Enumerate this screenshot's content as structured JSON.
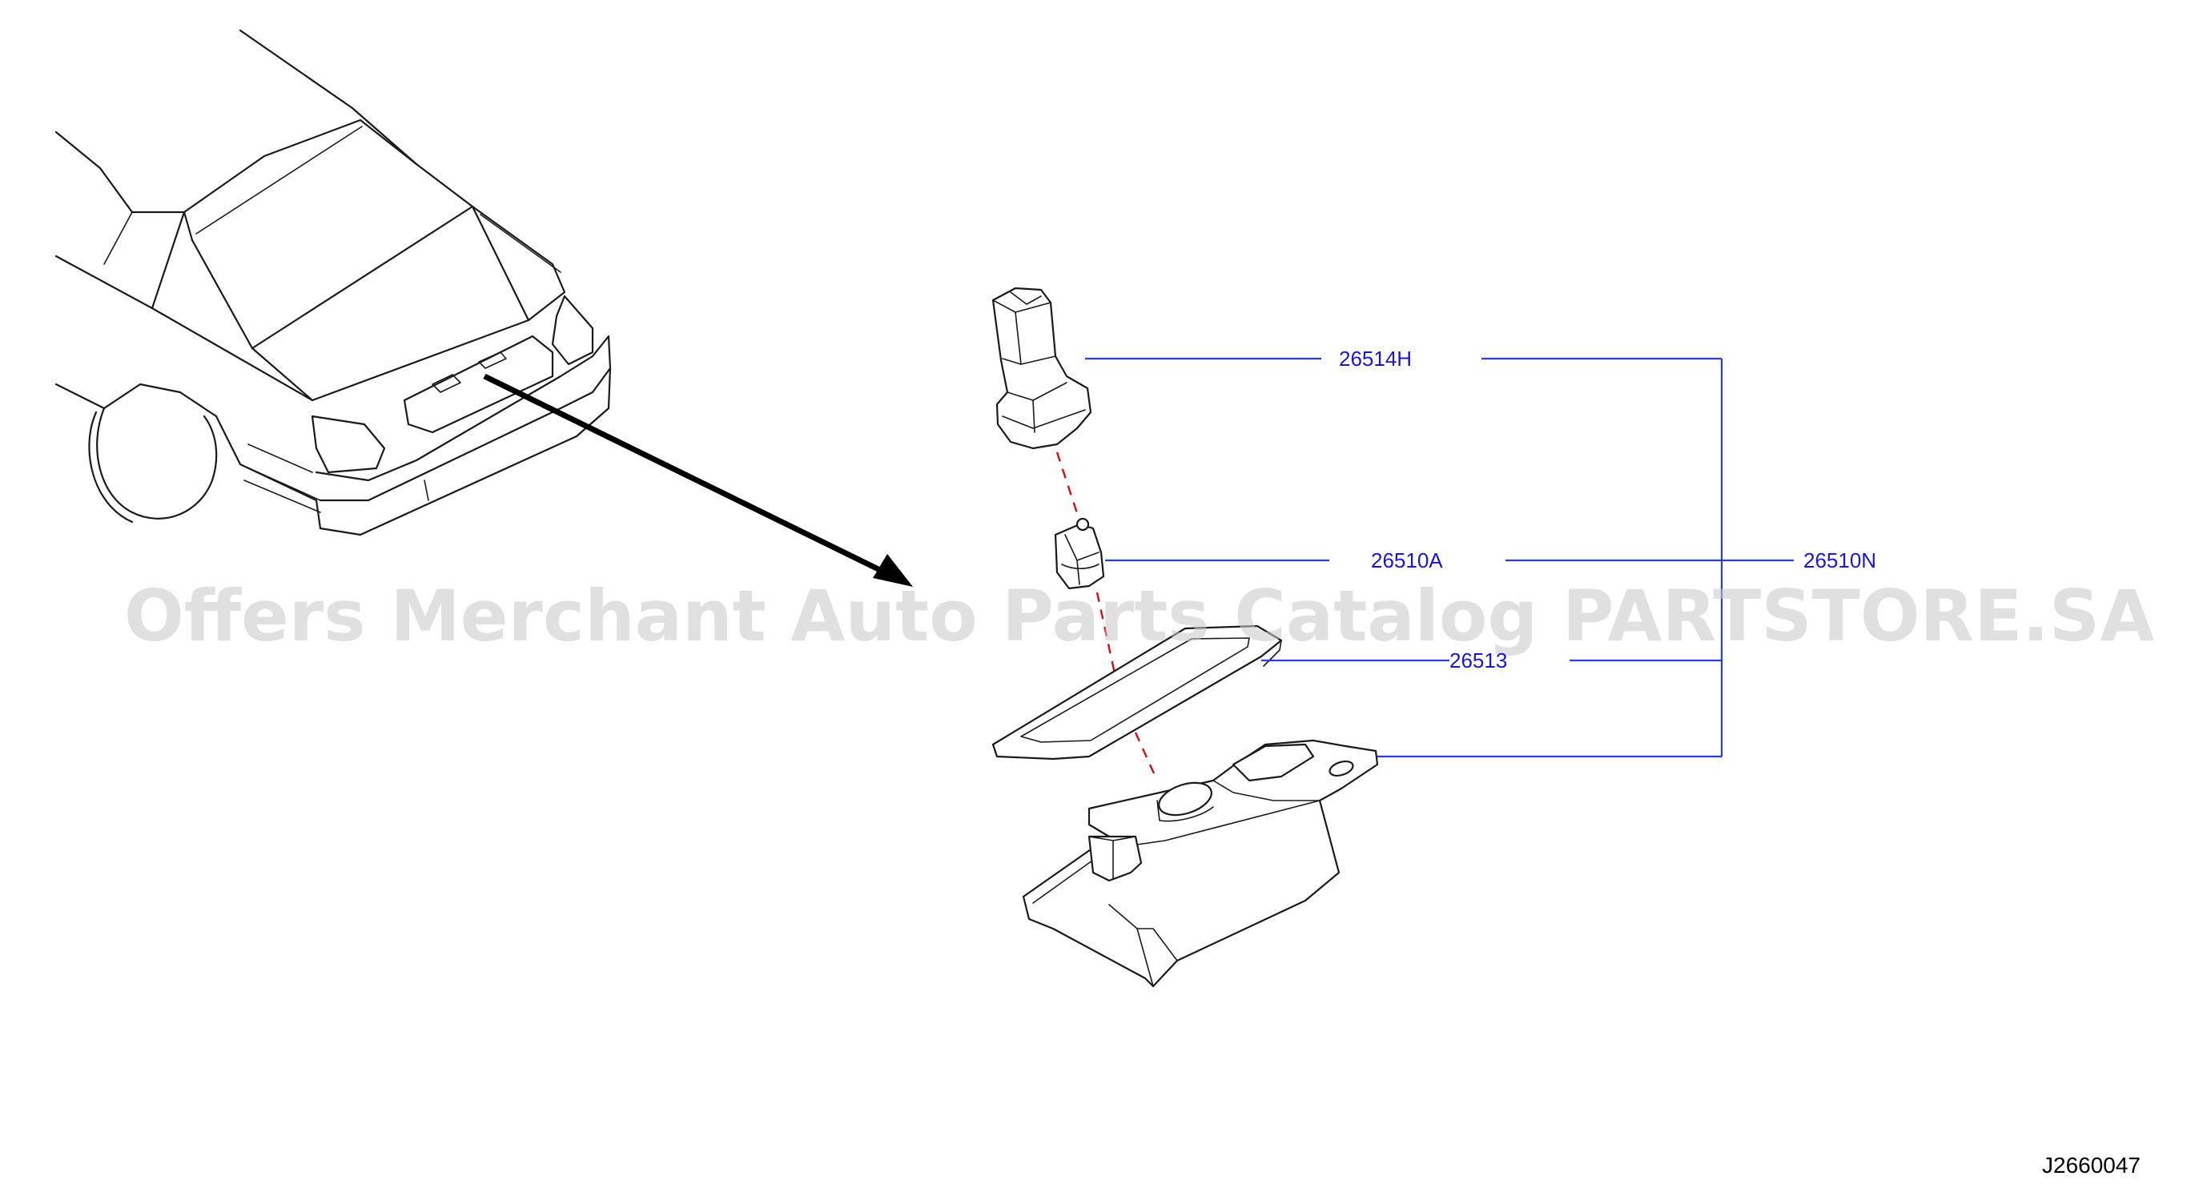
{
  "parts": [
    {
      "id": "socket",
      "number": "26514H"
    },
    {
      "id": "bulb",
      "number": "26510A"
    },
    {
      "id": "gasket",
      "number": "26513"
    },
    {
      "id": "assembly",
      "number": "26510N"
    }
  ],
  "diagram_id": "J2660047",
  "watermark": "Offers Merchant Auto Parts Catalog PARTSTORE.SA",
  "colors": {
    "label": "#1818d0",
    "leader": "#2b3bd6",
    "centerline": "#d01010",
    "linework": "#1a1a1a"
  }
}
